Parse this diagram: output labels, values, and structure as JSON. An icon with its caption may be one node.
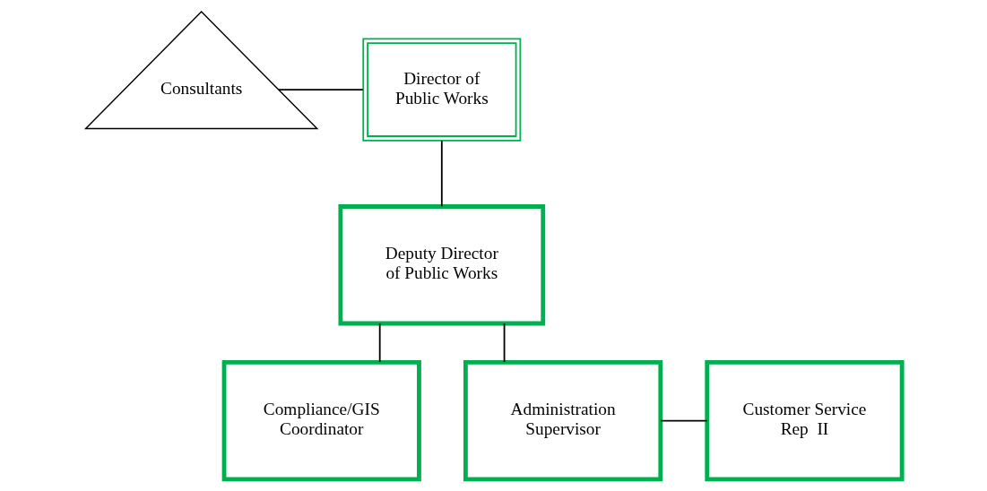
{
  "diagram": {
    "nodes": [
      {
        "text": [
          "Director of Public Works"
        ]
      },
      {
        "text": [
          "Consultants"
        ]
      },
      {
        "text": [
          "Deputy Director of Public Works"
        ]
      },
      {
        "text": [
          "Compliance/GIS Coordinator"
        ]
      },
      {
        "text": [
          "Administration Supervisor"
        ]
      },
      {
        "text": [
          "Customer Service Rep  II"
        ]
      }
    ],
    "edges": [
      {
        "from": 1,
        "to": 0,
        "arrow": "none"
      },
      {
        "from": 0,
        "to": 2,
        "arrow": "none"
      },
      {
        "from": 2,
        "to": 3,
        "arrow": "none"
      },
      {
        "from": 2,
        "to": 4,
        "arrow": "none"
      },
      {
        "from": 4,
        "to": 5,
        "arrow": "none"
      }
    ]
  }
}
